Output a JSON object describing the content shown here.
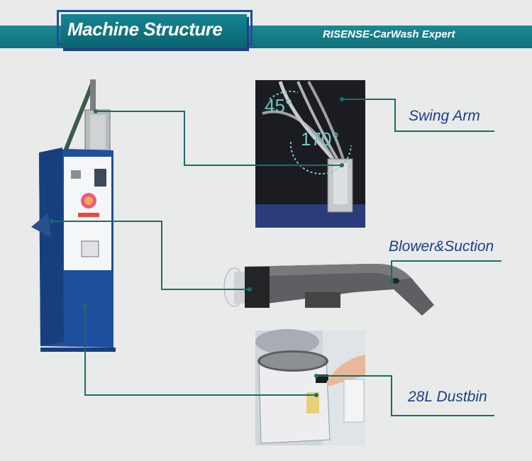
{
  "header": {
    "title": "Machine Structure",
    "brand": "RISENSE-CarWash Expert"
  },
  "callouts": {
    "swing_arm": "Swing Arm",
    "blower": "Blower&Suction",
    "dustbin": "28L Dustbin"
  },
  "photo_labels": {
    "angle_a": "45°",
    "angle_b": "170°"
  },
  "colors": {
    "teal": "#11737d",
    "navy": "#1b3f8a",
    "cabinet_blue": "#1e4f9c",
    "leader_line": "#1a6d6a"
  }
}
